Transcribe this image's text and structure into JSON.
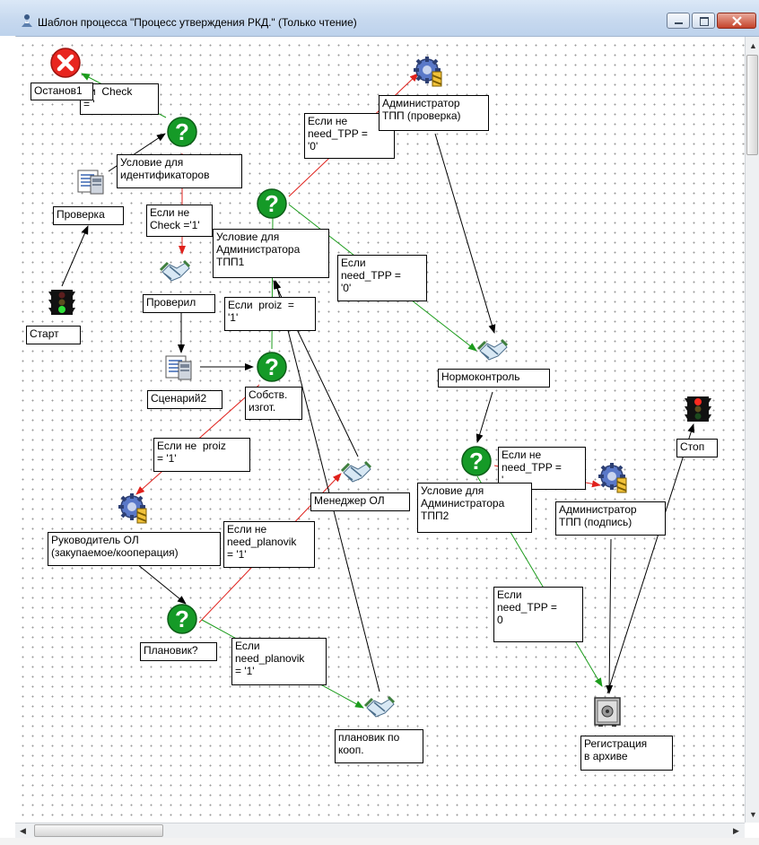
{
  "window": {
    "title": "Шаблон процесса  \"Процесс утверждения РКД.\" (Только чтение)",
    "buttons": {
      "minimize": "–",
      "maximize": "□",
      "close": "✕"
    }
  },
  "colors": {
    "red_link": "#e0211c",
    "green_link": "#1c9c1c",
    "black_link": "#000000"
  },
  "nodes": {
    "stop1": {
      "label": "Останов1",
      "icon": "stop-icon"
    },
    "cond_ids": {
      "label": "Условие для\nидентификаторов",
      "icon": "question-icon"
    },
    "check": {
      "label": "Проверка",
      "icon": "script-icon"
    },
    "start": {
      "label": "Старт",
      "icon": "traffic-light-green-icon"
    },
    "admin_check": {
      "label": "Администратор\nТПП (проверка)",
      "icon": "gear-admin-icon"
    },
    "cond_admin1": {
      "label": "Условие для\nАдминистратора\nТПП1",
      "icon": "question-icon"
    },
    "checked": {
      "label": "Проверил",
      "icon": "handshake-icon"
    },
    "scenario2": {
      "label": "Сценарий2",
      "icon": "script-icon"
    },
    "own_prod": {
      "label": "Собств.\nизгот.",
      "icon": "question-icon"
    },
    "normcontrol": {
      "label": "Нормоконтроль",
      "icon": "handshake-icon"
    },
    "stop": {
      "label": "Стоп",
      "icon": "traffic-light-red-icon"
    },
    "cond_admin2": {
      "label": "Условие для\nАдминистратора\nТПП2",
      "icon": "question-icon"
    },
    "admin_sign": {
      "label": "Администратор\nТПП (подпись)",
      "icon": "gear-admin-icon"
    },
    "manager_ol": {
      "label": "Менеджер ОЛ",
      "icon": "handshake-icon"
    },
    "head_ol": {
      "label": "Руководитель ОЛ\n(закупаемое/кооперация)",
      "icon": "gear-admin-icon"
    },
    "planner_q": {
      "label": "Плановик?",
      "icon": "question-icon"
    },
    "planner_coop": {
      "label": "плановик по\nкооп.",
      "icon": "handshake-icon"
    },
    "archive": {
      "label": "Регистрация\nв архиве",
      "icon": "safe-icon"
    }
  },
  "conditions": {
    "c_check1": "ли  Check\n= '",
    "c_not_check": "Если не\nCheck ='1'",
    "c_not_tpp0": "Если не\nneed_TPP =\n'0'",
    "c_tpp0": "Если\nneed_TPP =\n'0'",
    "c_proiz1": "Если  proiz  =\n'1'",
    "c_not_proiz": "Если не  proiz\n= '1'",
    "c_not_tpp_b": "Если не\nneed_TPP =\n'",
    "c_not_planovik": "Если не\nneed_planovik\n= '1'",
    "c_planovik": "Если\nneed_planovik\n= '1'",
    "c_tpp0_b": "Если\nneed_TPP =\n0"
  }
}
